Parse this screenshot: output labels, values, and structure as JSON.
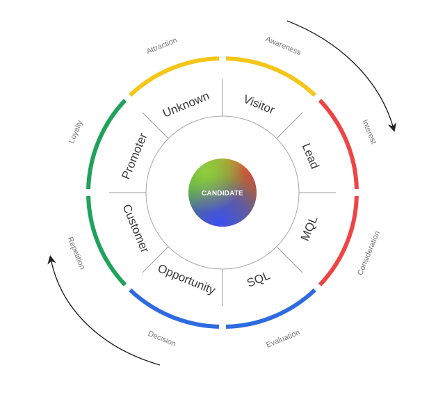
{
  "center": {
    "label": "CANDIDATE"
  },
  "stages": [
    {
      "key": "visitor",
      "label": "Visitor"
    },
    {
      "key": "lead",
      "label": "Lead"
    },
    {
      "key": "mql",
      "label": "MQL"
    },
    {
      "key": "sql",
      "label": "SQL"
    },
    {
      "key": "opportunity",
      "label": "Opportunity"
    },
    {
      "key": "customer",
      "label": "Customer"
    },
    {
      "key": "promoter",
      "label": "Promoter"
    },
    {
      "key": "unknown",
      "label": "Unknown"
    }
  ],
  "phases": [
    {
      "key": "awareness",
      "label": "Awareness"
    },
    {
      "key": "interest",
      "label": "Interest"
    },
    {
      "key": "consideration",
      "label": "Consideration"
    },
    {
      "key": "evaluation",
      "label": "Evaluation"
    },
    {
      "key": "decision",
      "label": "Decision"
    },
    {
      "key": "repetition",
      "label": "Repetition"
    },
    {
      "key": "loyalty",
      "label": "Loyalty"
    },
    {
      "key": "attraction",
      "label": "Attraction"
    }
  ],
  "colors": {
    "yellow": "#f5c518",
    "red": "#ef4444",
    "blue": "#2f6be0",
    "green": "#1fa25a"
  }
}
